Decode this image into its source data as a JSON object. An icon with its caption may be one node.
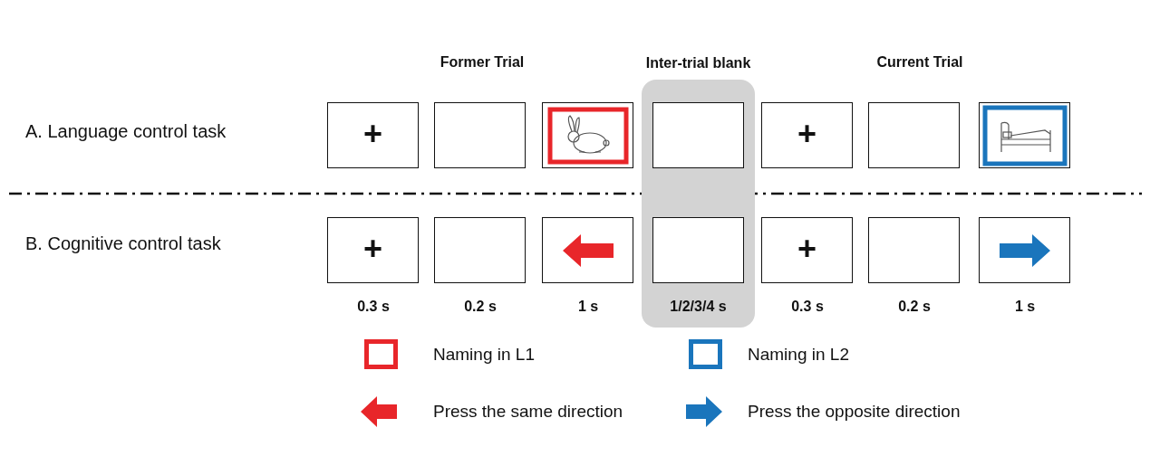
{
  "diagram": {
    "nodes": [
      {
        "text": [
          "+"
        ]
      },
      {
        "text": [],
        "shape": "box"
      },
      {
        "text": [],
        "shape": "picture"
      },
      {
        "text": [
          "Inter-trial blank",
          "1/2/3/4 s"
        ]
      },
      {
        "text": [],
        "shape": "box",
        "in": 3
      },
      {
        "text": [
          "+"
        ]
      },
      {
        "text": [],
        "shape": "box"
      },
      {
        "text": [],
        "shape": "picture"
      },
      {
        "text": [
          "+"
        ]
      },
      {
        "text": [],
        "shape": "box"
      },
      {
        "text": [],
        "shape": "picture"
      },
      {
        "text": [],
        "shape": "box",
        "in": 3
      },
      {
        "text": [
          "+"
        ]
      },
      {
        "text": [],
        "shape": "box"
      },
      {
        "text": [],
        "shape": "picture"
      }
    ],
    "edges": [],
    "labels": [
      "Former Trial",
      "Current Trial",
      "A. Language control task",
      "B. Cognitive control task",
      "0.3 s",
      "0.2 s",
      "1 s",
      "0.3 s",
      "0.2 s",
      "1 s"
    ],
    "legend": [
      {
        "text": "Naming in L1"
      },
      {
        "text": "Naming in L2"
      },
      {
        "text": "Press the same direction"
      },
      {
        "text": "Press the opposite direction"
      }
    ]
  }
}
